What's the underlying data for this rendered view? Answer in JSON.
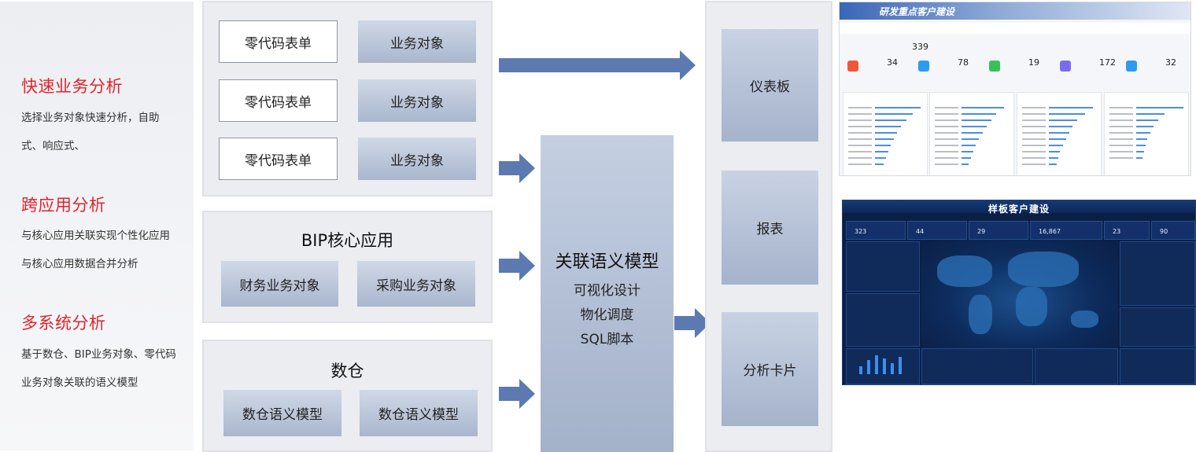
{
  "left_panel": {
    "sections": [
      {
        "title": "快速业务分析",
        "desc": "选择业务对象快速分析，自助式、响应式、"
      },
      {
        "title": "跨应用分析",
        "desc": "与核心应用关联实现个性化应用与核心应用数据合并分析"
      },
      {
        "title": "多系统分析",
        "desc": "基于数仓、BIP业务对象、零代码业务对象关联的语义模型"
      }
    ]
  },
  "sources": {
    "zero_code_rows": [
      {
        "form": "零代码表单",
        "object": "业务对象"
      },
      {
        "form": "零代码表单",
        "object": "业务对象"
      },
      {
        "form": "零代码表单",
        "object": "业务对象"
      }
    ],
    "bip": {
      "title": "BIP核心应用",
      "items": [
        "财务业务对象",
        "采购业务对象"
      ]
    },
    "warehouse": {
      "title": "数仓",
      "items": [
        "数仓语义模型",
        "数仓语义模型"
      ]
    }
  },
  "center": {
    "title": "关联语义模型",
    "lines": [
      "可视化设计",
      "物化调度",
      "SQL脚本"
    ]
  },
  "outputs": [
    "仪表板",
    "报表",
    "分析卡片"
  ],
  "colors": {
    "accent_red": "#e0242c",
    "arrow": "#5c7ab0",
    "box_blue": "#a9b6cd"
  },
  "screenshot1": {
    "title": "研发重点客户建设",
    "metric_value": "339",
    "kpis": [
      {
        "value": "34",
        "color": "#f0563a"
      },
      {
        "value": "78",
        "color": "#2f9bf0"
      },
      {
        "value": "19",
        "color": "#3bbf5a"
      },
      {
        "value": "172",
        "color": "#7a6cf0"
      },
      {
        "value": "32",
        "color": "#2f9bf0"
      }
    ]
  },
  "screenshot2": {
    "title": "样板客户建设",
    "cards": [
      "323",
      "44",
      "29",
      "16,867",
      "23",
      "90"
    ]
  }
}
